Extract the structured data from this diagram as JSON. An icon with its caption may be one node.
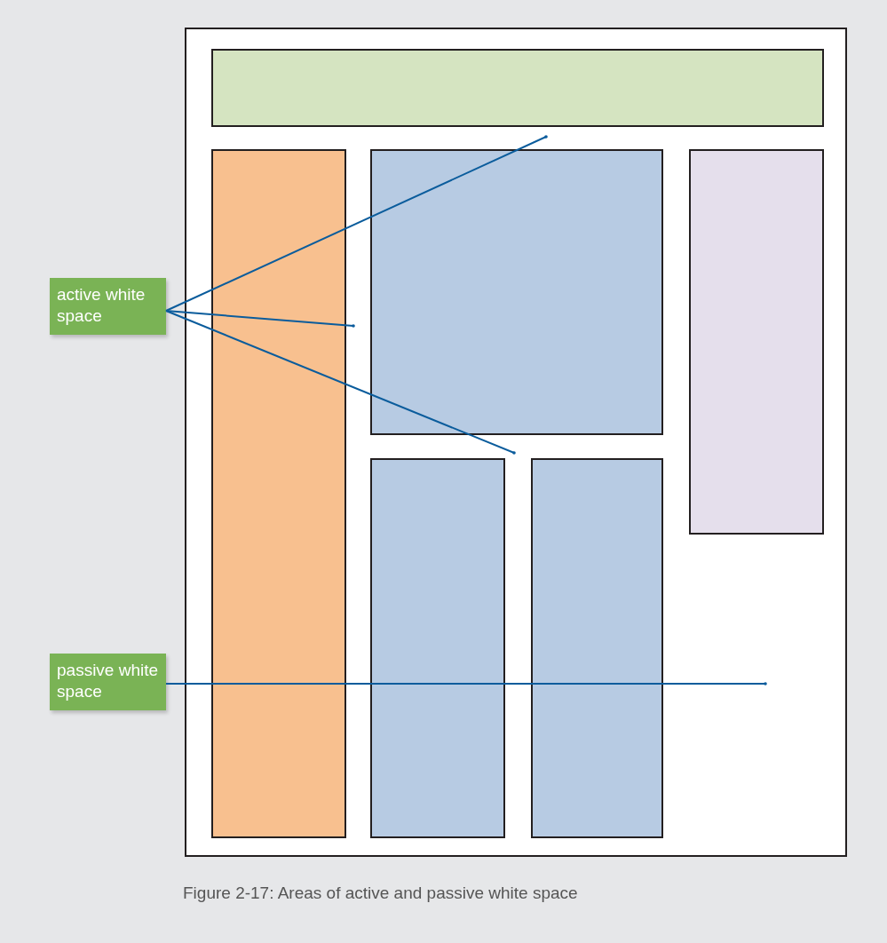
{
  "diagram": {
    "caption": "Figure 2-17: Areas of active and passive white space",
    "nodes": [
      {
        "text": [],
        "shape": "box"
      },
      {
        "text": [],
        "shape": "box",
        "in": 0
      },
      {
        "text": [],
        "shape": "box",
        "in": 0
      },
      {
        "text": [],
        "shape": "box",
        "in": 0
      },
      {
        "text": [],
        "shape": "box",
        "in": 0
      },
      {
        "text": [],
        "shape": "box",
        "in": 0
      },
      {
        "text": [],
        "shape": "box",
        "in": 0
      },
      {
        "text": [
          "active white space"
        ]
      },
      {
        "text": [
          "passive white space"
        ]
      }
    ],
    "edges": [
      {
        "from": 7,
        "to": 0,
        "arrow": "other"
      },
      {
        "from": 7,
        "to": 0,
        "arrow": "other"
      },
      {
        "from": 7,
        "to": 0,
        "arrow": "other"
      },
      {
        "from": 8,
        "to": 0,
        "arrow": "other"
      }
    ]
  }
}
